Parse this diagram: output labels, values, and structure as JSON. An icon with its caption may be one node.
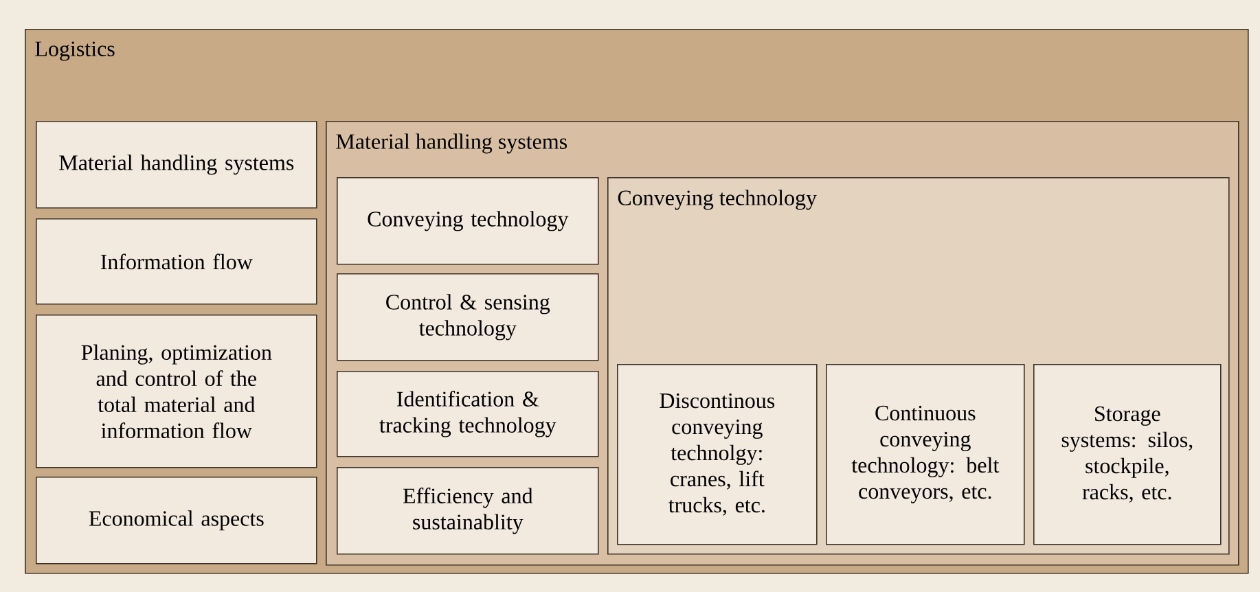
{
  "diagram": {
    "nodes": [
      {
        "text": [
          "Logistics"
        ]
      },
      {
        "text": [
          "Material handling systems"
        ],
        "in": 0
      },
      {
        "text": [
          "Information flow"
        ],
        "in": 0
      },
      {
        "text": [
          "Planing, optimization and control of the total material and information flow"
        ],
        "in": 0
      },
      {
        "text": [
          "Economical aspects"
        ],
        "in": 0
      },
      {
        "text": [
          "Material handling systems"
        ],
        "in": 0
      },
      {
        "text": [
          "Conveying technology"
        ],
        "in": 5
      },
      {
        "text": [
          "Control & sensing technology"
        ],
        "in": 5
      },
      {
        "text": [
          "Identification & tracking technology"
        ],
        "in": 5
      },
      {
        "text": [
          "Efficiency and sustainablity"
        ],
        "in": 5
      },
      {
        "text": [
          "Conveying technology"
        ],
        "in": 5
      },
      {
        "text": [
          "Discontinous conveying technolgy: cranes, lift trucks, etc."
        ],
        "in": 10
      },
      {
        "text": [
          "Continuous conveying technology: belt conveyors, etc."
        ],
        "in": 10
      },
      {
        "text": [
          "Storage systems: silos, stockpile, racks, etc."
        ],
        "in": 10
      }
    ]
  }
}
